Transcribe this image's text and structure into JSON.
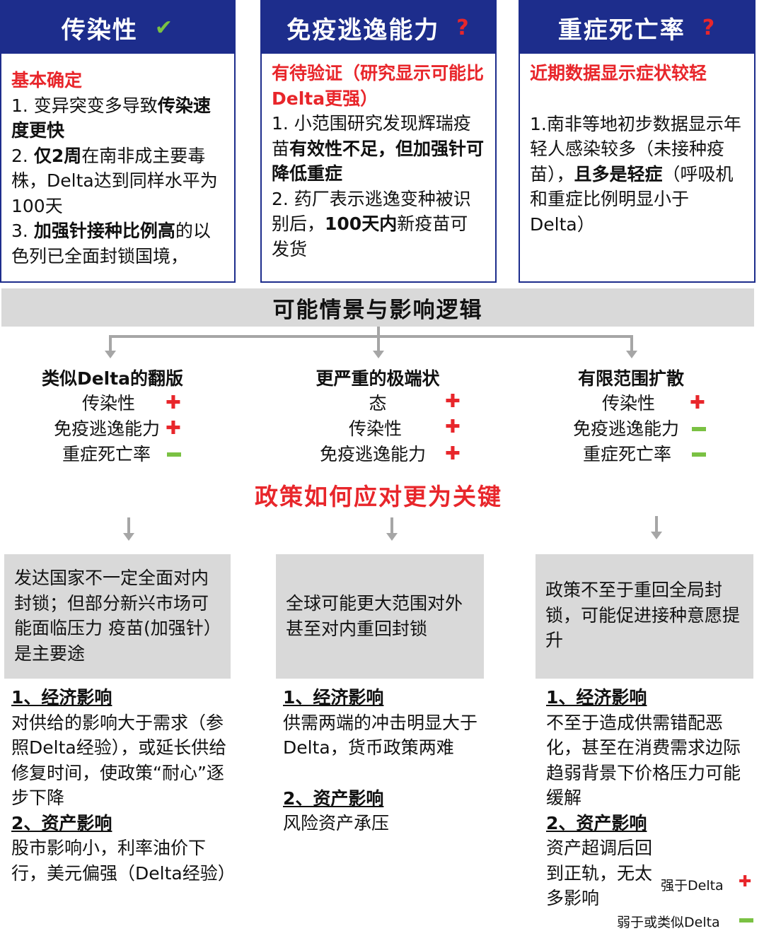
{
  "criteria": [
    {
      "title": "传染性",
      "mark": "✔",
      "status": "基本确定",
      "lines": [
        [
          {
            "t": "1. 变异突变多导致"
          },
          {
            "t": "传染速度更快",
            "b": true
          }
        ],
        [
          {
            "t": "2. "
          },
          {
            "t": "仅2周",
            "b": true
          },
          {
            "t": "在南非成主要毒株，Delta达到同样水平为100天"
          }
        ],
        [
          {
            "t": "3. "
          },
          {
            "t": "加强针接种比例高",
            "b": true
          },
          {
            "t": "的以色列已全面封锁国境，"
          }
        ]
      ]
    },
    {
      "title": "免疫逃逸能力",
      "mark": "?",
      "status": "有待验证（研究显示可能比Delta更强）",
      "lines": [
        [
          {
            "t": "1. 小范围研究发现辉瑞疫苗"
          },
          {
            "t": "有效性不足，但加强针可降低重症",
            "b": true
          }
        ],
        [
          {
            "t": "2. 药厂表示逃逸变种被识别后，"
          },
          {
            "t": "100天内",
            "b": true
          },
          {
            "t": "新疫苗可发货"
          }
        ]
      ]
    },
    {
      "title": "重症死亡率",
      "mark": "?",
      "status": "近期数据显示症状较轻",
      "lines": [
        [
          {
            "t": "1.南非等地初步数据显示年轻人感染较多（未接种疫苗），"
          },
          {
            "t": "且多是轻症",
            "b": true
          },
          {
            "t": "（呼吸机和重症比例明显小于Delta）"
          }
        ]
      ]
    }
  ],
  "banner": "可能情景与影响逻辑",
  "scenarios": [
    {
      "title": "类似Delta的翻版",
      "rows": [
        "传染性",
        "免疫逃逸能力",
        "重症死亡率"
      ],
      "signs": [
        "plus",
        "plus",
        "minus"
      ]
    },
    {
      "title_line1": "更严重的极端状",
      "title_line2": "态",
      "rows": [
        "传染性",
        "免疫逃逸能力"
      ],
      "signs": [
        "plus",
        "plus",
        "plus"
      ]
    },
    {
      "title": "有限范围扩散",
      "rows": [
        "传染性",
        "免疫逃逸能力",
        "重症死亡率"
      ],
      "signs": [
        "plus",
        "minus",
        "minus"
      ]
    }
  ],
  "key_message": "政策如何应对更为关键",
  "policies": [
    "发达国家不一定全面对内封锁；但部分新兴市场可能面临压力 疫苗(加强针）是主要途",
    "全球可能更大范围对外甚至对内重回封锁",
    "政策不至于重回全局封锁，可能促进接种意愿提升"
  ],
  "impacts": [
    {
      "econ_h": "1、经济影响",
      "econ": "对供给的影响大于需求（参照Delta经验），或延长供给修复时间，使政策“耐心”逐步下降",
      "asset_h": "2、资产影响",
      "asset": "股市影响小，利率油价下行，美元偏强（Delta经验）"
    },
    {
      "econ_h": "1、经济影响",
      "econ": "供需两端的冲击明显大于Delta，货币政策两难",
      "asset_h": "2、资产影响",
      "asset": "风险资产承压"
    },
    {
      "econ_h": "1、经济影响",
      "econ": "不至于造成供需错配恶化，甚至在消费需求边际趋弱背景下价格压力可能缓解",
      "asset_h": "2、资产影响",
      "asset": "资产超调后回到正轨，无太多影响"
    }
  ],
  "legend": {
    "stronger": "强于Delta",
    "weaker": "弱于或类似Delta"
  },
  "colors": {
    "navy": "#1d2d8c",
    "red": "#e8262b",
    "green": "#7ac143",
    "gray": "#d9d9d9",
    "line_gray": "#a6a6a6"
  }
}
